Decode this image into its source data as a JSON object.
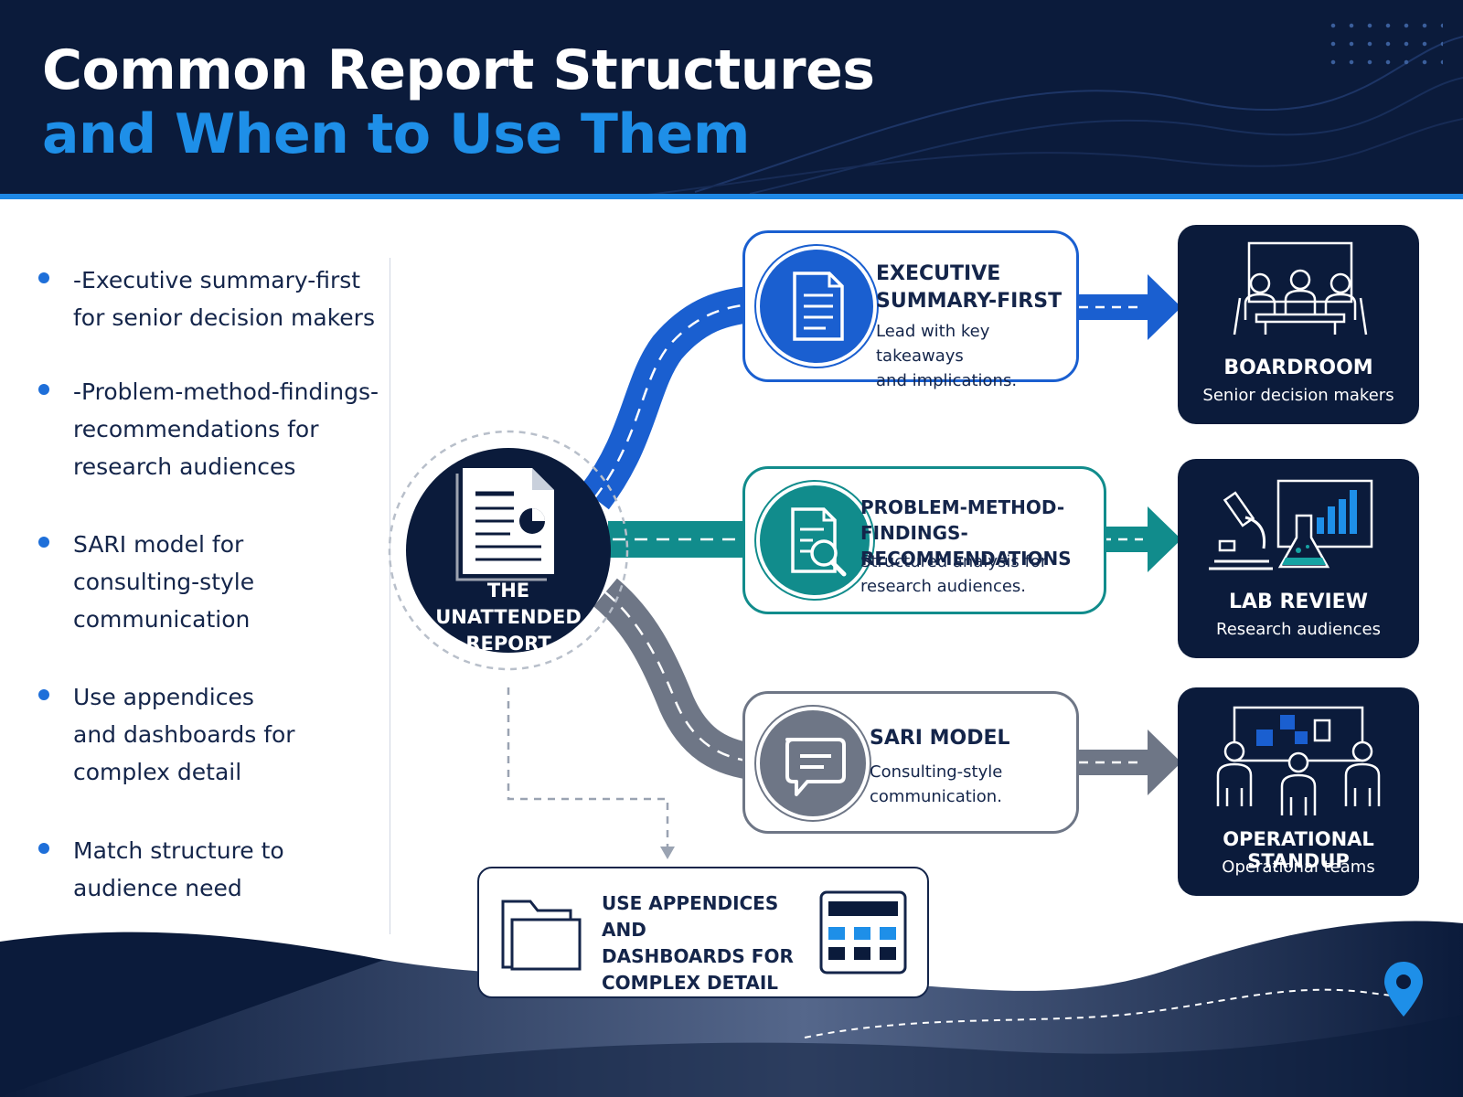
{
  "header": {
    "title_line1": "Common Report Structures",
    "title_line2": "and When to Use Them"
  },
  "bullets": [
    "-Executive summary-first for senior decision makers",
    "-Problem-method-findings-recommendations for research audiences",
    "SARI model for consulting-style communication",
    "Use appendices and dashboards for complex detail",
    "Match structure to audience need"
  ],
  "center": {
    "label_lines": [
      "THE",
      "UNATTENDED",
      "REPORT"
    ],
    "icon": "report-document-icon"
  },
  "structures": [
    {
      "title_lines": [
        "EXECUTIVE",
        "SUMMARY-FIRST"
      ],
      "desc_lines": [
        "Lead with key takeaways",
        "and implications."
      ],
      "icon": "document-icon",
      "color": "#1a5fd0"
    },
    {
      "title_lines": [
        "PROBLEM-METHOD-",
        "FINDINGS-RECOMMENDATIONS"
      ],
      "desc_lines": [
        "Structured analysis for",
        "research audiences."
      ],
      "icon": "magnifier-document-icon",
      "color": "#118c8c"
    },
    {
      "title_lines": [
        "SARI MODEL"
      ],
      "desc_lines": [
        "Consulting-style",
        "communication."
      ],
      "icon": "chat-bubble-icon",
      "color": "#6e7686"
    }
  ],
  "audiences": [
    {
      "title": "BOARDROOM",
      "subtitle": "Senior decision makers",
      "icon": "boardroom-icon"
    },
    {
      "title": "LAB REVIEW",
      "subtitle": "Research audiences",
      "icon": "lab-icon"
    },
    {
      "title": "OPERATIONAL STANDUP",
      "subtitle": "Operational teams",
      "icon": "standup-icon"
    }
  ],
  "appendix": {
    "title_lines": [
      "USE APPENDICES AND",
      "DASHBOARDS FOR",
      "COMPLEX DETAIL"
    ],
    "left_icon": "folder-icon",
    "right_icon": "dashboard-icon"
  },
  "colors": {
    "navy": "#0b1b3b",
    "blue": "#1a5fd0",
    "teal": "#118c8c",
    "gray": "#6e7686",
    "accent": "#1e88e5"
  }
}
